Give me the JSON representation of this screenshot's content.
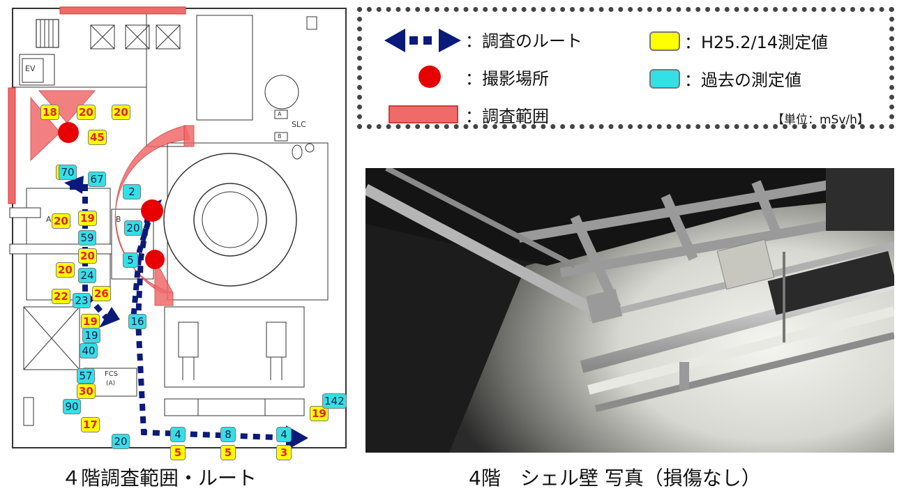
{
  "legend": {
    "route_label": "：調査のルート",
    "photo_label": "：撮影場所",
    "area_label": "：調査範囲",
    "current_label": "：H25.2/14測定値",
    "past_label": "：過去の測定値",
    "unit_label": "【単位：mSv/h】"
  },
  "plan_labels": {
    "ev": "EV",
    "slc": "SLC",
    "fcs": "FCS",
    "fcs_sub": "(A)",
    "a": "A",
    "b": "B",
    "slc_a": "A",
    "slc_b": "B"
  },
  "readings": {
    "current": [
      "18",
      "20",
      "20",
      "45",
      "3",
      "19",
      "20",
      "20",
      "20",
      "22",
      "26",
      "19",
      "30",
      "17",
      "5",
      "5",
      "3",
      "19"
    ],
    "past": [
      "70",
      "67",
      "2",
      "59",
      "20",
      "20",
      "5",
      "24",
      "23",
      "16",
      "19",
      "40",
      "57",
      "90",
      "20",
      "4",
      "8",
      "4",
      "142"
    ]
  },
  "colors": {
    "current_fill": "#ffff00",
    "past_fill": "#33e0e6",
    "route": "#0a1a7a",
    "photo_spot": "#e80000",
    "survey_area": "#f06a6a"
  },
  "captions": {
    "plan": "４階調査範囲・ルート",
    "photo": "4階　シェル壁 写真（損傷なし）"
  }
}
